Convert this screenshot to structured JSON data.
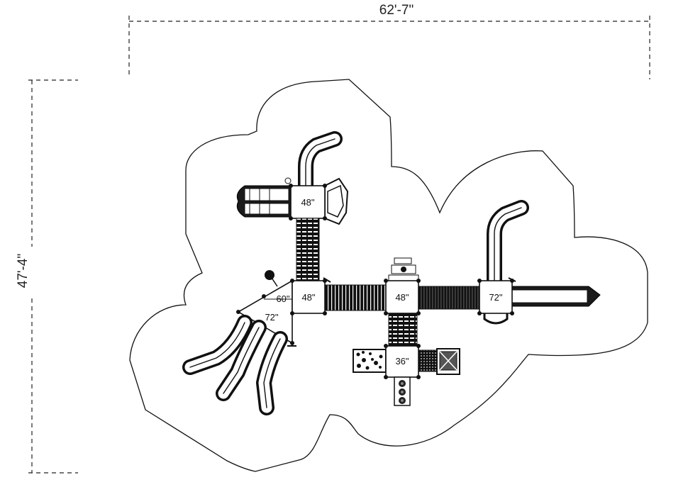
{
  "dimensions": {
    "width_label": "62'-7\"",
    "height_label": "47'-4\""
  },
  "decks": {
    "deck_top": "48\"",
    "deck_left": "48\"",
    "deck_center": "48\"",
    "deck_right": "72\"",
    "deck_low": "36\"",
    "deck_tri_upper": "60\"",
    "deck_tri_lower": "72\""
  }
}
